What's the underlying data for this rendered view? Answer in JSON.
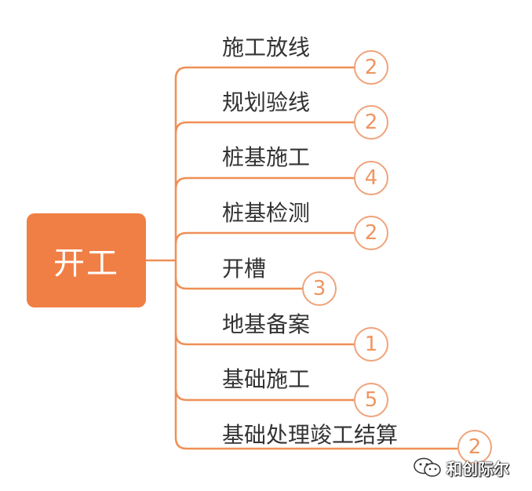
{
  "root": {
    "label": "开工"
  },
  "branches": [
    {
      "label": "施工放线",
      "count": "2"
    },
    {
      "label": "规划验线",
      "count": "2"
    },
    {
      "label": "桩基施工",
      "count": "4"
    },
    {
      "label": "桩基检测",
      "count": "2"
    },
    {
      "label": "开槽",
      "count": "3"
    },
    {
      "label": "地基备案",
      "count": "1"
    },
    {
      "label": "基础施工",
      "count": "5"
    },
    {
      "label": "基础处理竣工结算",
      "count": "2"
    }
  ],
  "colors": {
    "root_fill": "#f07f45",
    "connector": "#ef8f56",
    "badge_border": "#f0a37a",
    "badge_text": "#ee9561",
    "label_text": "#333333"
  },
  "watermark": {
    "text": "和创际尔"
  }
}
